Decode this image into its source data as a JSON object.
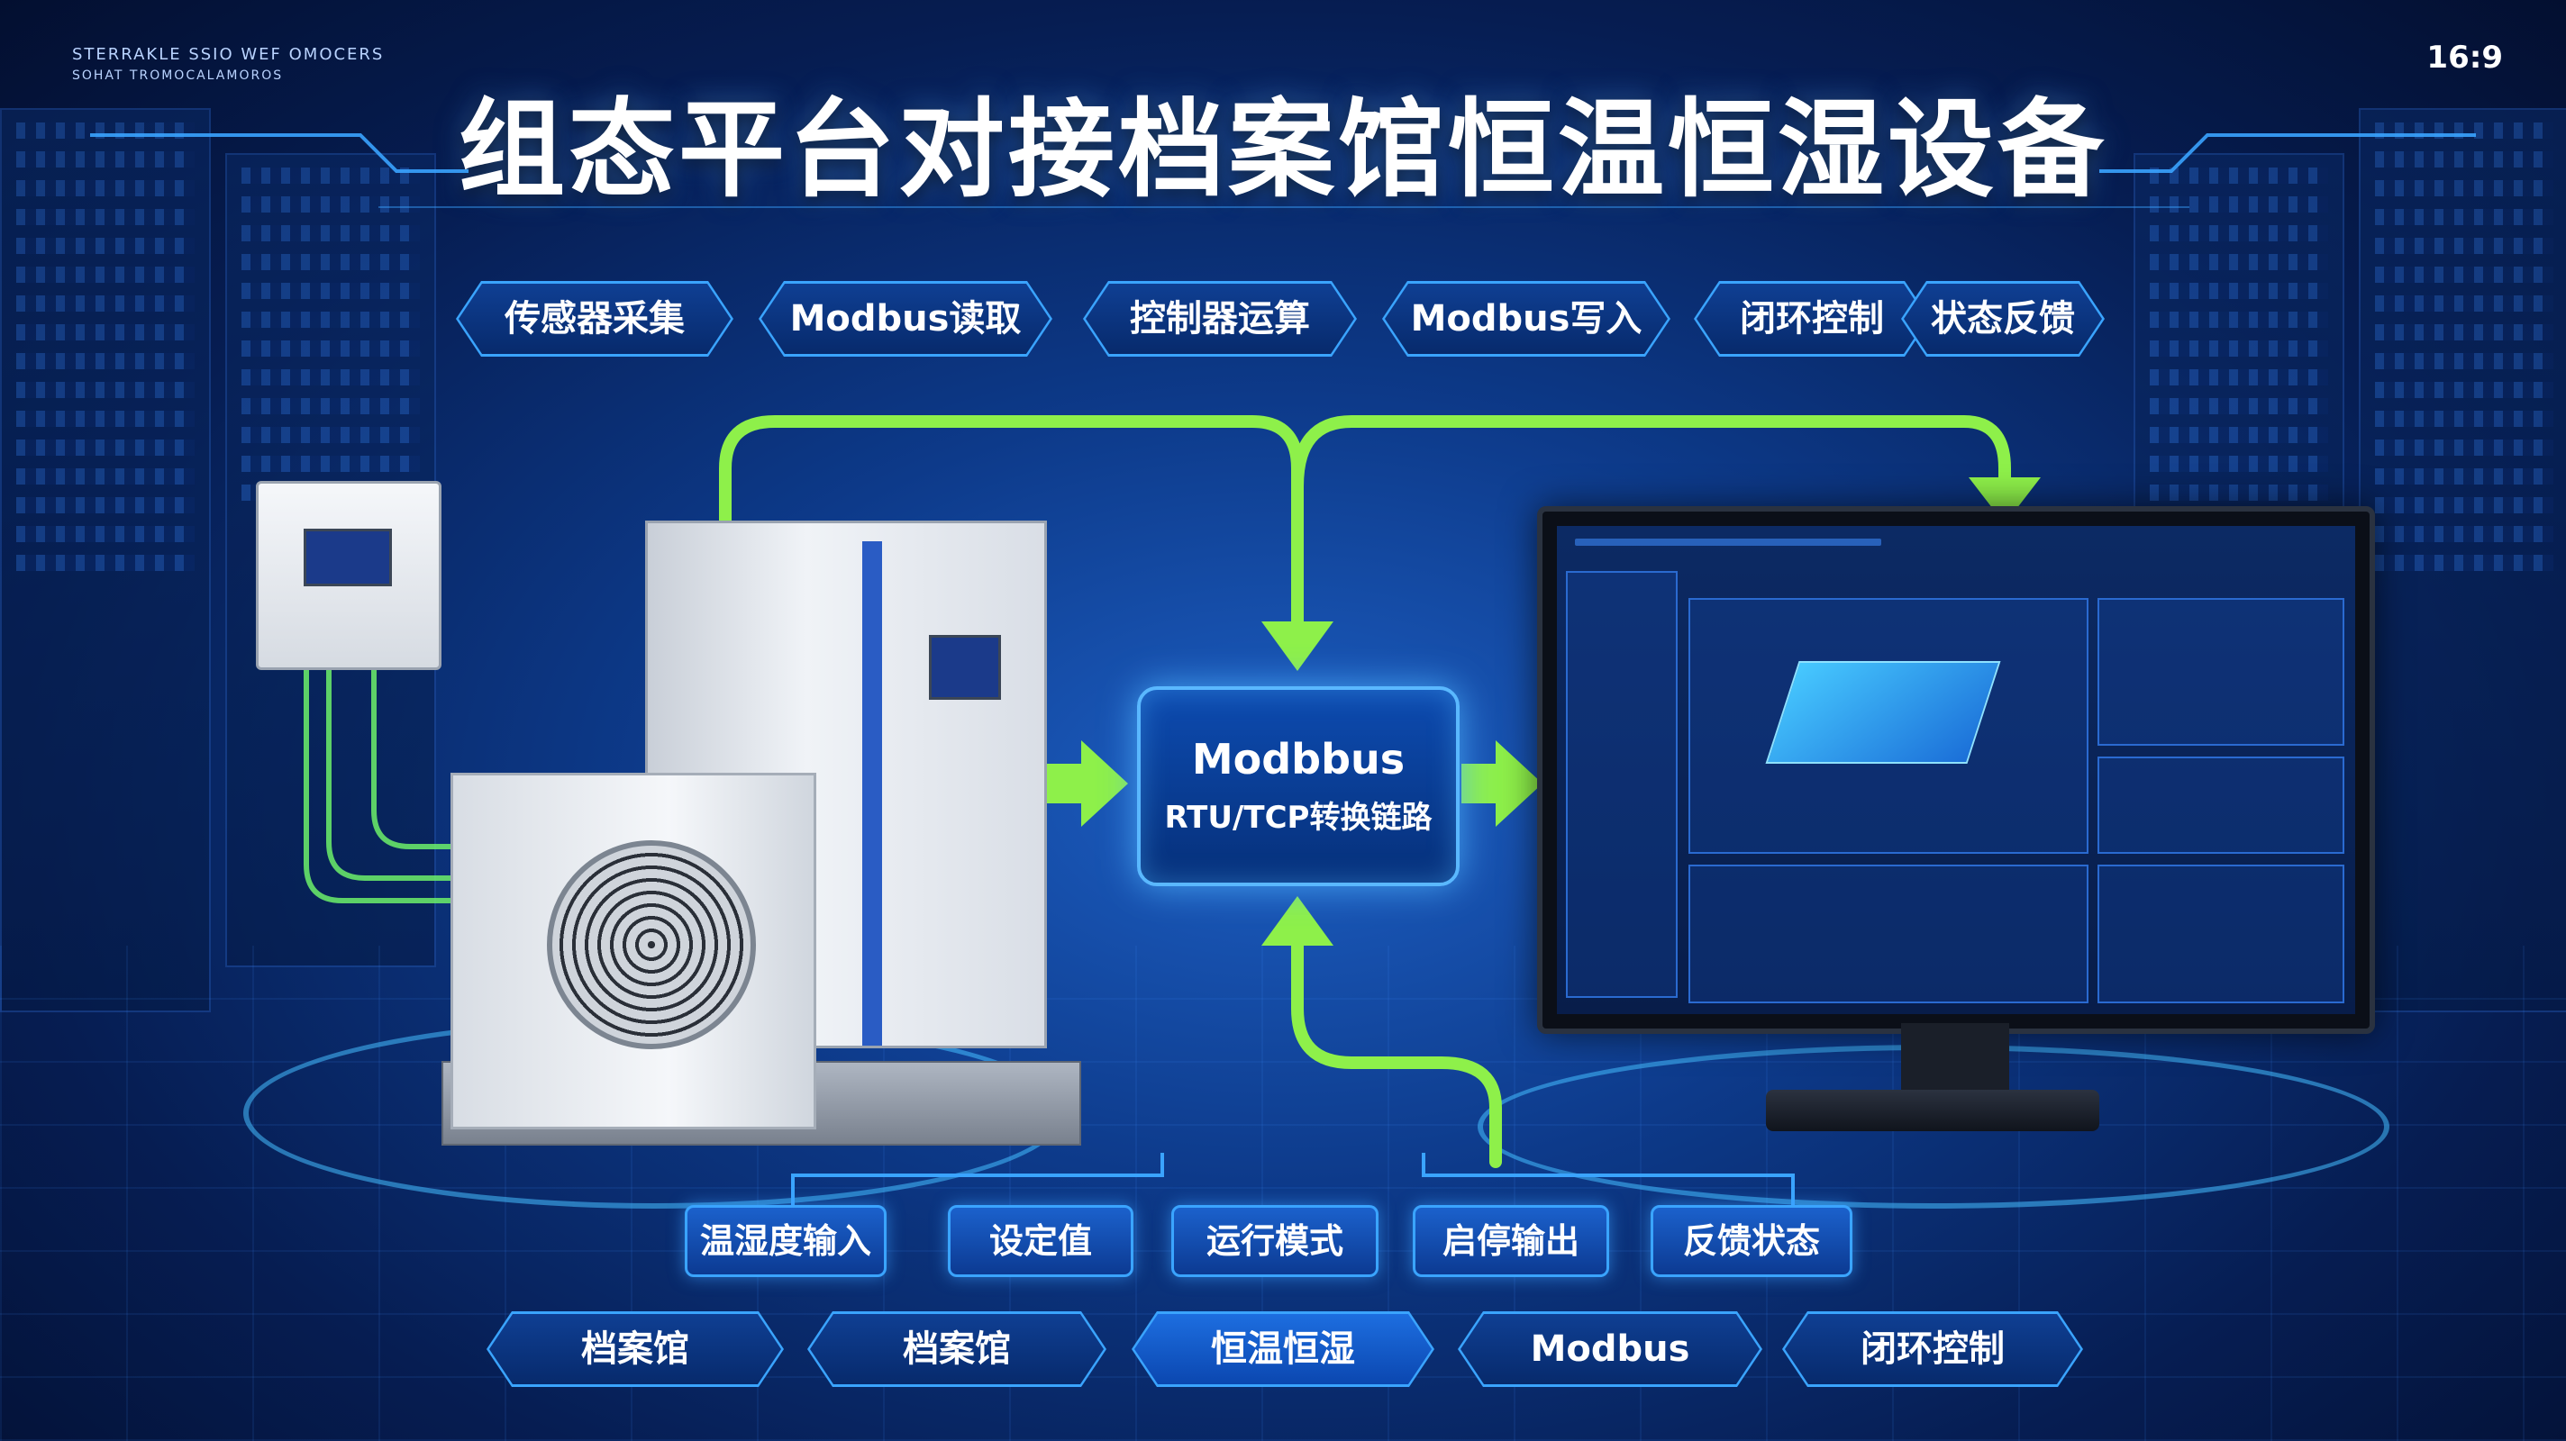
{
  "header": {
    "title": "组态平台对接档案馆恒温恒湿设备",
    "corner_text_1": "STERRAKLE SSIO WEF OMOCERS",
    "corner_text_2": "SOHAT TROMOCALAMOROS",
    "aspect_label": "16:9"
  },
  "top_tags": [
    "传感器采集",
    "Modbus读取",
    "控制器运算",
    "Modbus写入",
    "闭环控制",
    "状态反馈"
  ],
  "hub": {
    "line1": "Modbbus",
    "line2": "RTU/TCP转换链路"
  },
  "mid_tags": [
    "温湿度输入",
    "设定值",
    "运行模式",
    "启停输出",
    "反馈状态"
  ],
  "bottom_tags": [
    "档案馆",
    "档案馆",
    "恒温恒湿",
    "Modbus",
    "闭环控制"
  ],
  "colors": {
    "accent_blue": "#3aa4ff",
    "flow_green": "#8ef04a",
    "bg_dark": "#061d52"
  },
  "icons": [
    "arrow-right-icon",
    "arrow-down-icon",
    "arrow-up-icon"
  ]
}
